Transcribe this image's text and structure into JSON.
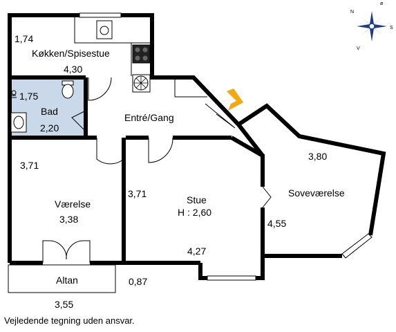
{
  "rooms": {
    "kitchen": {
      "name": "Køkken/Spisestue",
      "dim_width": "4,30",
      "dim_depth": "1,74"
    },
    "bath": {
      "name": "Bad",
      "dim_a": "1,75",
      "dim_b": "2,20"
    },
    "hall": {
      "name": "Entré/Gang"
    },
    "bedroom_small": {
      "name": "Værelse",
      "dim_a": "3,71",
      "dim_b": "3,38"
    },
    "living": {
      "name": "Stue",
      "height": "H : 2,60",
      "dim_a": "3,71",
      "dim_b": "4,27"
    },
    "bedroom": {
      "name": "Soveværelse",
      "dim_a": "3,80",
      "dim_b": "4,55"
    },
    "balcony": {
      "name": "Altan",
      "dim_a": "0,87",
      "dim_b": "3,55"
    }
  },
  "compass": {
    "n": "N",
    "o": "ø",
    "s": "S",
    "v": "V"
  },
  "entrance_arrow_color": "#f5a70f",
  "bath_color": "#c9d9ea",
  "disclaimer": "Vejledende tegning uden ansvar."
}
